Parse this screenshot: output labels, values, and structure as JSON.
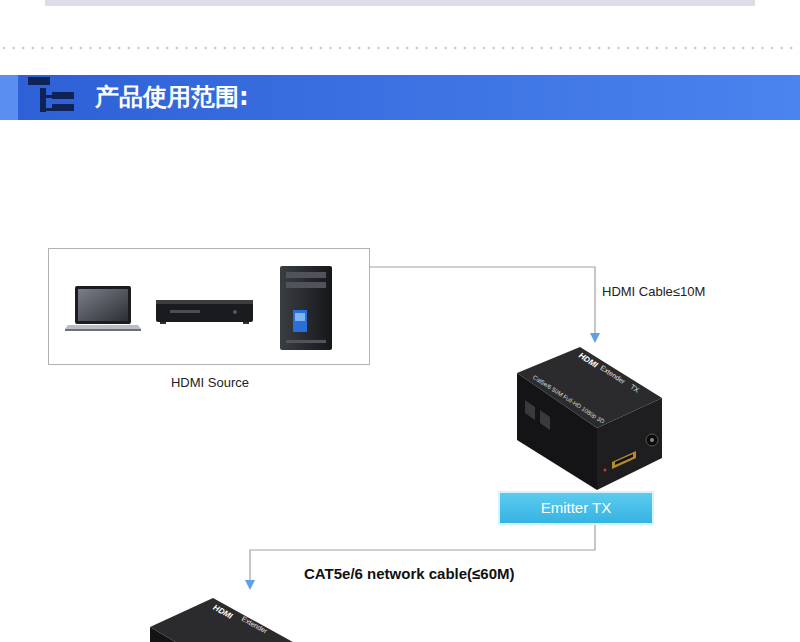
{
  "diagram": {
    "title": "产品使用范围:",
    "nodes": [
      {
        "text": [
          "HDMI Source"
        ]
      },
      {
        "text": [
          "HDMI",
          "Extender",
          "TX",
          "Cat5e/6 50M Full-HD 1080p 3D"
        ]
      },
      {
        "text": [
          "Emitter TX"
        ]
      },
      {
        "text": [
          "HDMI",
          "Extender"
        ]
      }
    ],
    "edges": [
      {
        "from": 0,
        "to": 1,
        "arrow": "to",
        "label": "HDMI Cable≤10M"
      },
      {
        "from": 2,
        "to": 3,
        "arrow": "to",
        "label": "CAT5e/6 network cable(≤60M)"
      }
    ]
  }
}
